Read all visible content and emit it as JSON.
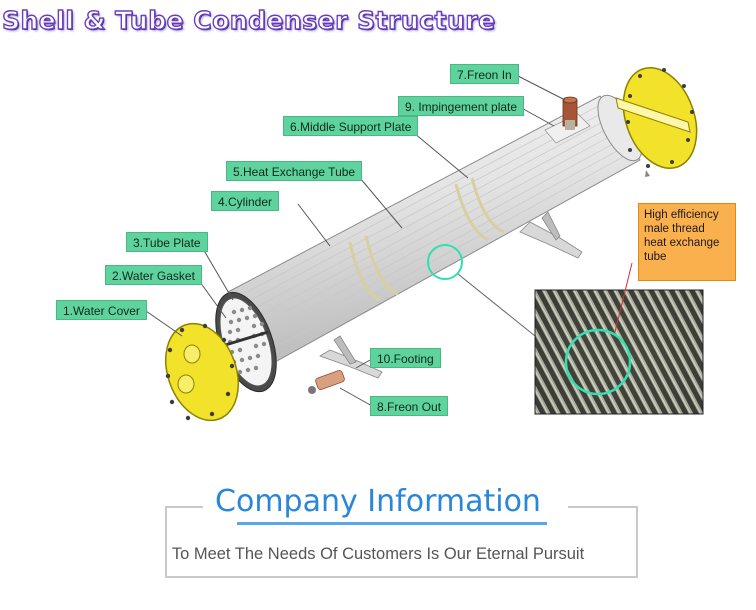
{
  "title": "Shell & Tube Condenser Structure",
  "labels": {
    "water_cover": "1.Water Cover",
    "water_gasket": "2.Water Gasket",
    "tube_plate": "3.Tube Plate",
    "cylinder": "4.Cylinder",
    "heat_exchange_tube": "5.Heat Exchange Tube",
    "middle_support_plate": "6.Middle Support Plate",
    "freon_in": "7.Freon In",
    "freon_out": "8.Freon Out",
    "impingement_plate": "9. Impingement plate",
    "footing": "10.Footing"
  },
  "note": "High efficiency male thread heat exchange tube",
  "company": {
    "title": "Company Information",
    "slogan": "To Meet The Needs Of Customers Is Our Eternal Pursuit"
  },
  "colors": {
    "label_bg": "#5fd39d",
    "note_bg": "#fbb04e",
    "cover_yellow": "#f2e22a",
    "highlight_circle": "#2fe0b0",
    "company_blue": "#2a86d6",
    "title_purple": "#6a3fbf"
  }
}
